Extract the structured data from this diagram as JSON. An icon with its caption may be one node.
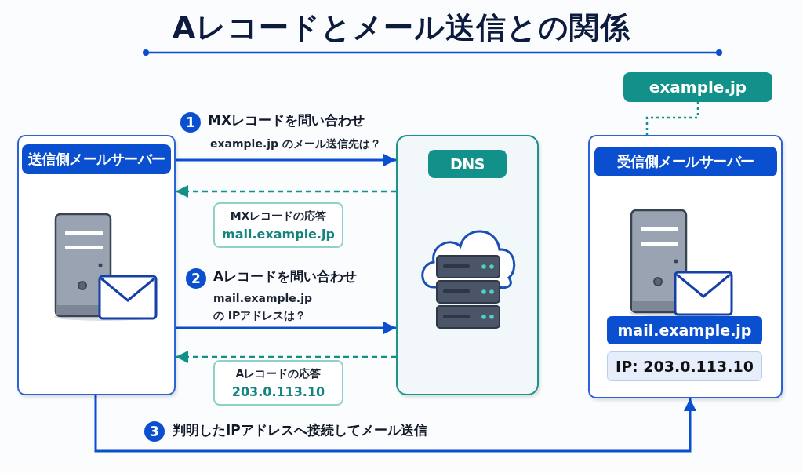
{
  "diagram": {
    "title": "Aレコードとメール送信との関係",
    "nodes": [
      {
        "text": [
          "送信側メールサーバー"
        ]
      },
      {
        "text": [
          "DNS"
        ]
      },
      {
        "text": [
          "受信側メールサーバー",
          "mail.example.jp",
          "IP: 203.0.113.10"
        ]
      },
      {
        "text": [
          "example.jp"
        ]
      },
      {
        "text": [
          "MXレコードの応答",
          "mail.example.jp"
        ]
      },
      {
        "text": [
          "Aレコードの応答",
          "203.0.113.10"
        ]
      }
    ],
    "edges": [
      {
        "from": 0,
        "to": 1,
        "arrow": "to",
        "label": "MXレコードを問い合わせ"
      },
      {
        "from": 1,
        "to": 0,
        "arrow": "to",
        "style": "dashed",
        "color": "#12918a"
      },
      {
        "from": 0,
        "to": 1,
        "arrow": "to",
        "label": "Aレコードを問い合わせ"
      },
      {
        "from": 1,
        "to": 0,
        "arrow": "to",
        "style": "dashed",
        "color": "#12918a"
      },
      {
        "from": 0,
        "to": 2,
        "arrow": "to",
        "label": "判明したIPアドレスへ接続してメール送信"
      },
      {
        "from": 3,
        "to": 2,
        "arrow": "none",
        "style": "dashed",
        "color": "#12918a"
      }
    ],
    "labels": [
      "1",
      "example.jp のメール送信先は？",
      "2",
      "mail.example.jp の IPアドレスは？",
      "3"
    ]
  }
}
